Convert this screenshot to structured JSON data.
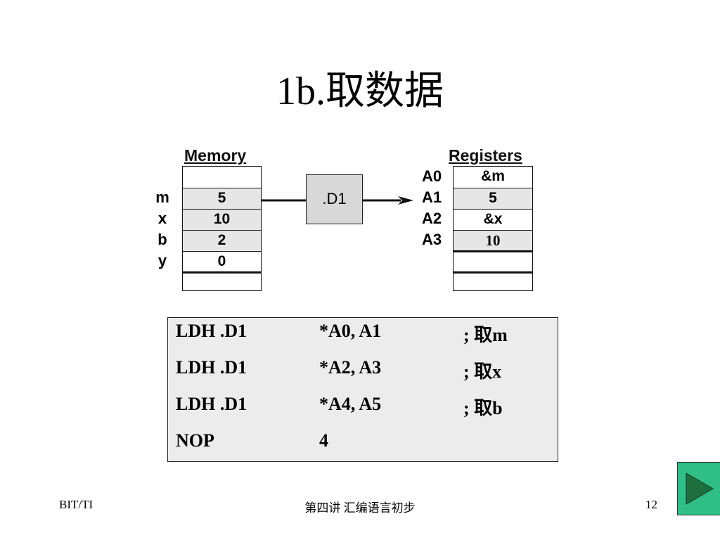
{
  "slide": {
    "title": "1b.取数据"
  },
  "diagram": {
    "memory_title": "Memory",
    "registers_title": "Registers",
    "unit_label": ".D1",
    "memory": {
      "labels": [
        "m",
        "x",
        "b",
        "y"
      ],
      "values": [
        "5",
        "10",
        "2",
        "0"
      ]
    },
    "registers": {
      "labels": [
        "A0",
        "A1",
        "A2",
        "A3"
      ],
      "values": [
        "&m",
        "5",
        "&x",
        "10"
      ]
    }
  },
  "code": {
    "rows": [
      {
        "op": "LDH .D1",
        "args": "*A0, A1",
        "comment": "; 取m"
      },
      {
        "op": "LDH .D1",
        "args": "*A2, A3",
        "comment": "; 取x"
      },
      {
        "op": "LDH .D1",
        "args": "*A4, A5",
        "comment": "; 取b"
      },
      {
        "op": "NOP",
        "args": "4",
        "comment": ""
      }
    ]
  },
  "footer": {
    "left": "BIT/TI",
    "center": "第四讲 汇编语言初步",
    "page_number": "12"
  },
  "navigation": {
    "icon": "play-next-icon",
    "color": "#2fbf86"
  }
}
